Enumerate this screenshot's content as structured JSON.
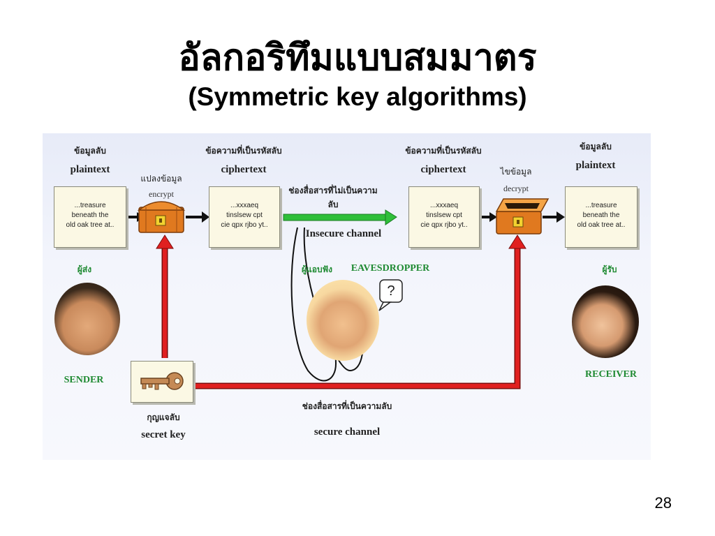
{
  "slide": {
    "title_th": "อัลกอริทึมแบบสมมาตร",
    "title_en": "(Symmetric key algorithms)",
    "page_number": "28"
  },
  "diagram": {
    "left_plaintext": {
      "label_th": "ข้อมูลลับ",
      "label_en": "plaintext",
      "content": "...treasure\nbeneath the\nold oak tree at.."
    },
    "encrypt": {
      "label_th": "แปลงข้อมูล",
      "label_en": "encrypt"
    },
    "left_ciphertext": {
      "label_th": "ข้อความที่เป็นรหัสลับ",
      "label_en": "ciphertext",
      "content": "...xxxaeq\ntinslsew cpt\ncie qpx rjbo yt.."
    },
    "insecure_channel": {
      "label_th": "ช่องสื่อสารที่ไม่เป็นความลับ",
      "label_en": "Insecure channel"
    },
    "right_ciphertext": {
      "label_th": "ข้อความที่เป็นรหัสลับ",
      "label_en": "ciphertext",
      "content": "...xxxaeq\ntinslsew cpt\ncie qpx rjbo yt.."
    },
    "decrypt": {
      "label_th": "ไขข้อมูล",
      "label_en": "decrypt"
    },
    "right_plaintext": {
      "label_th": "ข้อมูลลับ",
      "label_en": "plaintext",
      "content": "...treasure\nbeneath the\nold oak tree at.."
    },
    "sender": {
      "label_th": "ผู้ส่ง",
      "label_en": "SENDER"
    },
    "eavesdropper": {
      "label_th": "ผู้แอบฟัง",
      "label_en": "EAVESDROPPER",
      "bubble": "?"
    },
    "receiver": {
      "label_th": "ผู้รับ",
      "label_en": "RECEIVER"
    },
    "secret_key": {
      "label_th": "กุญแจลับ",
      "label_en": "secret key"
    },
    "secure_channel": {
      "label_th": "ช่องสื่อสารที่เป็นความลับ",
      "label_en": "secure channel"
    },
    "colors": {
      "secure_arrow": "#e02020",
      "insecure_arrow": "#2fbf3a",
      "flow_arrow": "#111111",
      "chest": "#e0791f",
      "label_green": "#1f8a32"
    }
  }
}
